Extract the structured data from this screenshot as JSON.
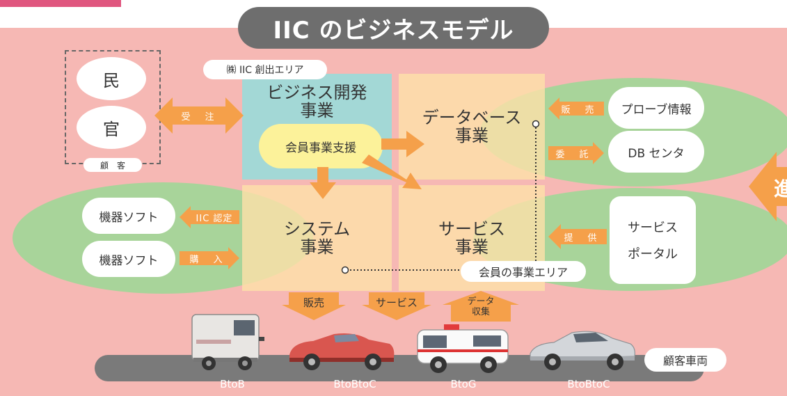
{
  "title": "IIC のビジネスモデル",
  "company_area_label": "㈱ IIC 創出エリア",
  "customers": {
    "private": "民",
    "government": "官",
    "label": "顧　客",
    "order_label": "受　注"
  },
  "quadrants": {
    "business_dev": [
      "ビジネス開発",
      "事業"
    ],
    "database": [
      "データベース",
      "事業"
    ],
    "system": [
      "システム",
      "事業"
    ],
    "service": [
      "サービス",
      "事業"
    ]
  },
  "member_support": "会員事業支援",
  "right_top": {
    "sales_label": "販　売",
    "consign_label": "委　託",
    "probe_info": "プローブ情報",
    "db_center": "DB センタ"
  },
  "left_middle": {
    "device_software_1": "機器ソフト",
    "device_software_2": "機器ソフト",
    "certify_label": "IIC 認定",
    "purchase_label": "購　入"
  },
  "right_middle": {
    "provide_label": "提　供",
    "portal_line1": "サービス",
    "portal_line2": "ポータル"
  },
  "member_area_label": "会員の事業エリア",
  "down_arrows": {
    "sales": "販売",
    "service": "サービス",
    "data_collect_line1": "データ",
    "data_collect_line2": "収集"
  },
  "customer_vehicles_label": "顧客車両",
  "vehicle_types": [
    "BtoB",
    "BtoBtoC",
    "BtoG",
    "BtoBtoC"
  ],
  "edge_glyph": "進",
  "colors": {
    "background": "#f6b8b4",
    "accent_pink": "#e0567f",
    "title_pill": "#6e6e6e",
    "green": "#a8d49a",
    "blue_quad": "#a3d8d6",
    "yellow_quad": "#fde0a8",
    "orange_arrow": "#f5a04a",
    "yellow_pill": "#fcf29a",
    "gray_bar": "#7a7a7a"
  }
}
